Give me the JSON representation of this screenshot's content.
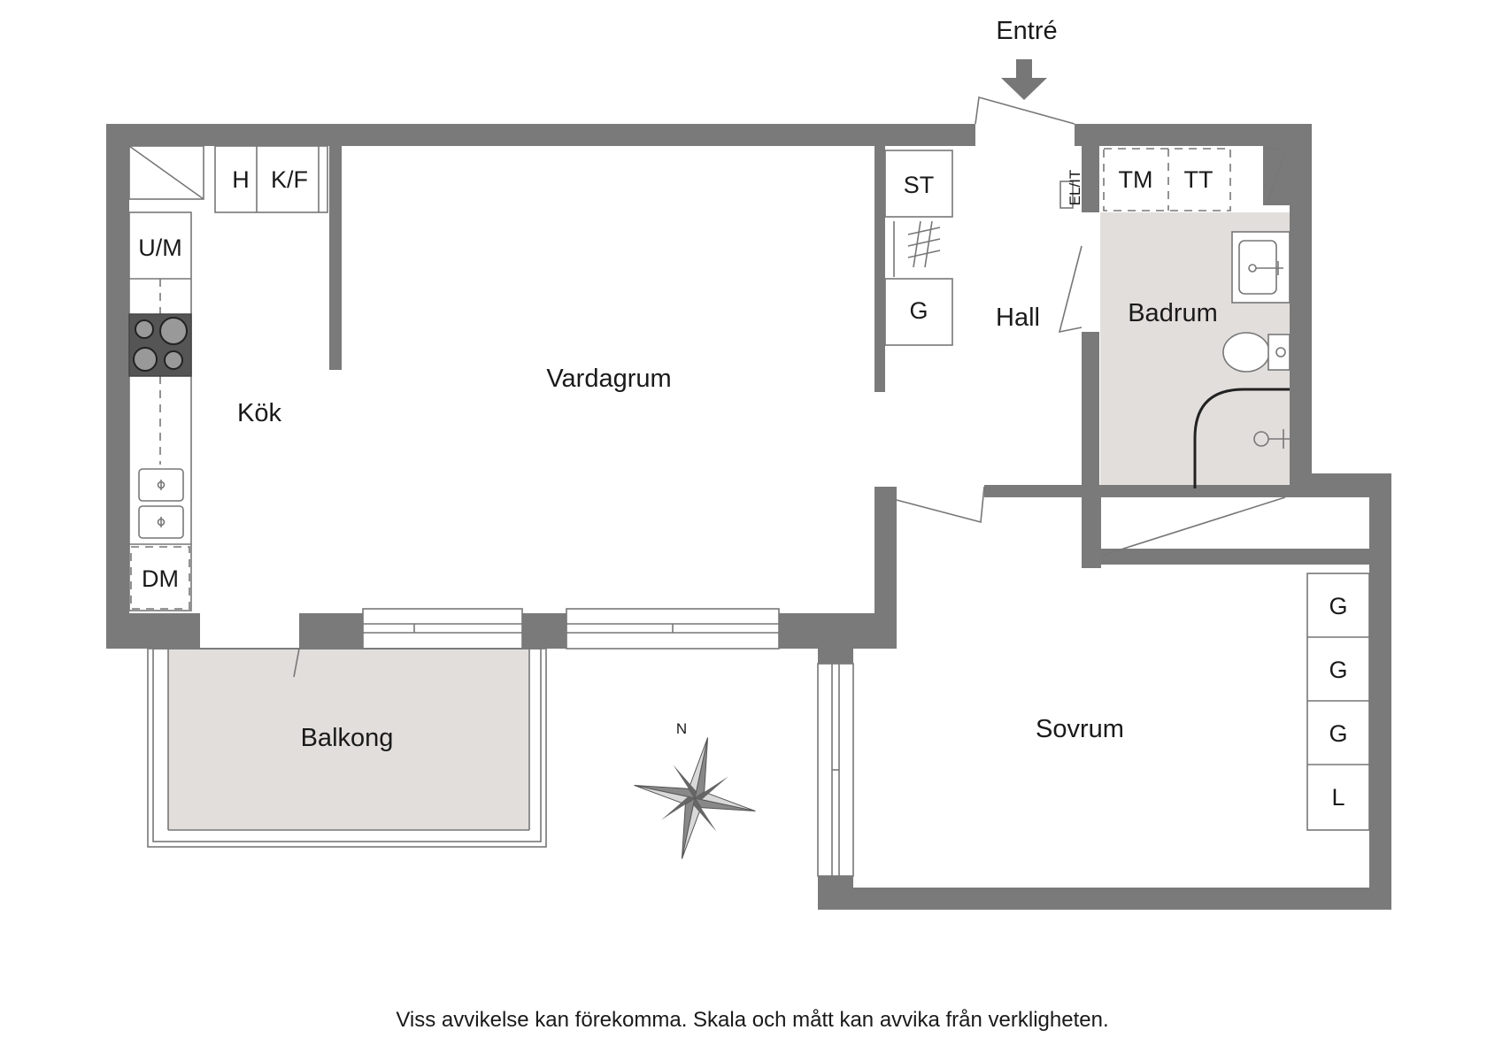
{
  "labels": {
    "entrance": "Entré",
    "hall": "Hall",
    "living_room": "Vardagrum",
    "kitchen": "Kök",
    "bathroom": "Badrum",
    "bedroom": "Sovrum",
    "balcony": "Balkong",
    "north": "N"
  },
  "fixtures": {
    "h": "H",
    "kf": "K/F",
    "um": "U/M",
    "dm": "DM",
    "st": "ST",
    "g_hall": "G",
    "el_it": "EL/IT",
    "tm": "TM",
    "tt": "TT",
    "wardrobes": [
      "G",
      "G",
      "G",
      "L"
    ]
  },
  "disclaimer": "Viss avvikelse kan förekomma. Skala och mått kan avvika från verkligheten.",
  "colors": {
    "wall": "#7a7a7a",
    "floor_wet": "#e2dedb",
    "background": "#ffffff",
    "text": "#1a1a1a"
  }
}
